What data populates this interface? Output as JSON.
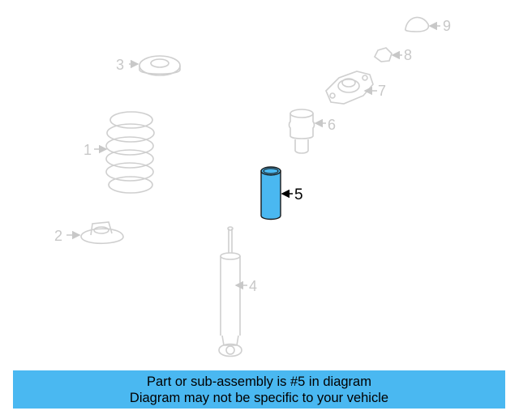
{
  "diagram": {
    "callouts": [
      "1",
      "2",
      "3",
      "4",
      "5",
      "6",
      "7",
      "8",
      "9"
    ],
    "highlighted_part": "5",
    "highlight_color": "#4ab8f1",
    "ghost_color": "#cfcfcf"
  },
  "banner": {
    "line1": "Part or sub-assembly is #5 in diagram",
    "line2": "Diagram may not be specific to your vehicle",
    "background": "#4ab8f1"
  }
}
